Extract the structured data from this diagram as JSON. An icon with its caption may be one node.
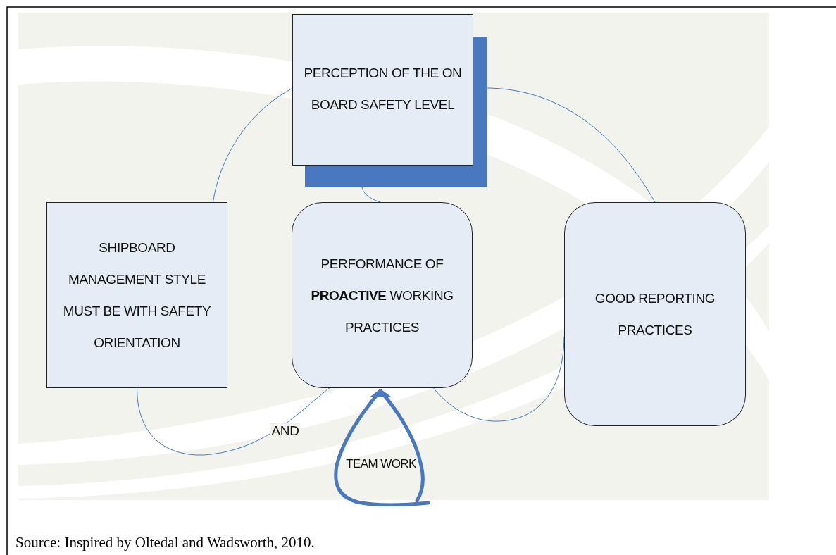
{
  "diagram": {
    "nodes": [
      {
        "text": [
          "PERCEPTION OF THE ON BOARD SAFETY LEVEL"
        ]
      },
      {
        "text": [
          "SHIPBOARD MANAGEMENT STYLE MUST BE WITH SAFETY ORIENTATION"
        ]
      },
      {
        "text": [
          "PERFORMANCE OF **PROACTIVE** WORKING PRACTICES"
        ]
      },
      {
        "text": [
          "GOOD REPORTING PRACTICES"
        ]
      },
      {
        "text": [
          "TEAM WORK"
        ]
      }
    ],
    "edges": [
      {
        "from": 0,
        "to": 1,
        "arrow": "none"
      },
      {
        "from": 0,
        "to": 2,
        "arrow": "none"
      },
      {
        "from": 0,
        "to": 3,
        "arrow": "none"
      },
      {
        "from": 1,
        "to": 2,
        "arrow": "none",
        "label": "AND"
      },
      {
        "from": 3,
        "to": 2,
        "arrow": "none"
      }
    ],
    "caption": "Source: Inspired by Oltedal and Wadsworth, 2010."
  }
}
